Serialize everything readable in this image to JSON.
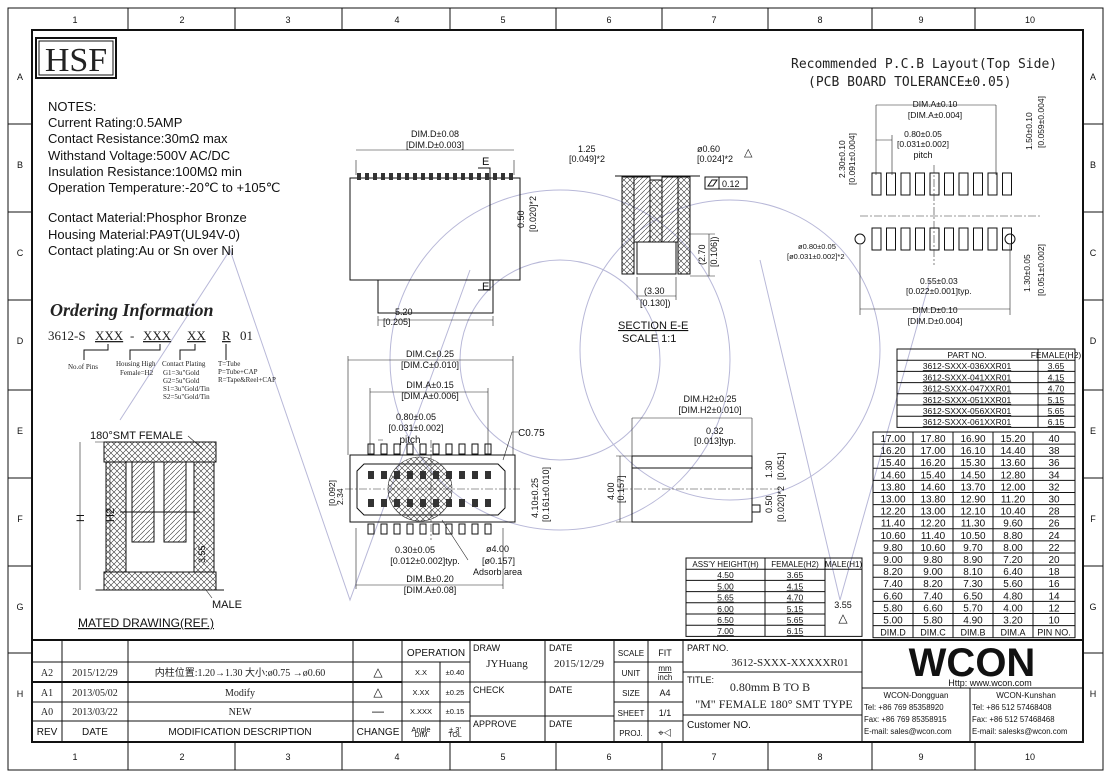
{
  "logo": "HSF",
  "grid": {
    "columns": [
      "1",
      "2",
      "3",
      "4",
      "5",
      "6",
      "7",
      "8",
      "9",
      "10"
    ],
    "rows": [
      "A",
      "B",
      "C",
      "D",
      "E",
      "F",
      "G",
      "H"
    ]
  },
  "notes": {
    "heading": "NOTES:",
    "lines": [
      "Current Rating:0.5AMP",
      "Contact Resistance:30mΩ max",
      "Withstand Voltage:500V AC/DC",
      "Insulation Resistance:100MΩ min",
      "Operation Temperature:-20℃ to +105℃",
      "Contact Material:Phosphor Bronze",
      "Housing Material:PA9T(UL94V-0)",
      "Contact plating:Au or Sn over Ni"
    ]
  },
  "ordering": {
    "title": "Ordering Information",
    "prefix": "3612-S",
    "seg1": "XXX",
    "dash": "-",
    "seg2": "XXX",
    "seg3": "XX",
    "seg4": "R",
    "suffix": "01",
    "pins_label": "No.of Pins",
    "housing_label": "Housing High",
    "housing_sub": "Female=H2",
    "plating_label": "Contact Plating",
    "plating_options": [
      "G1=3u\"Gold",
      "G2=5u\"Gold",
      "S1=3u\"Gold/Tin",
      "S2=5u\"Gold/Tin"
    ],
    "packing_options": [
      "T=Tube",
      "P=Tube+CAP",
      "R=Tape&Reel+CAP"
    ]
  },
  "pcb": {
    "title": "Recommended P.C.B Layout(Top Side)",
    "subtitle": "(PCB BOARD TOLERANCE±0.05)",
    "dim_a": "DIM.A±0.10",
    "dim_a_in": "[DIM.A±0.004]",
    "pitch": "0.80±0.05",
    "pitch_in": "[0.031±0.002]",
    "pitch_word": "pitch",
    "h1": "2.30±0.10",
    "h1_in": "[0.091±0.004]",
    "h2": "1.50±0.10",
    "h2_in": "[0.059±0.004]",
    "hole": "ø0.80±0.05",
    "hole_in": "[ø0.031±0.002]*2",
    "pad": "0.55±0.03",
    "pad_in": "[0.022±0.001]typ.",
    "h3": "1.30±0.05",
    "h3_in": "[0.051±0.002]",
    "dim_d": "DIM.D±0.10",
    "dim_d_in": "[DIM.D±0.004]"
  },
  "side_view": {
    "dim_d": "DIM.D±0.08",
    "dim_d_in": "[DIM.D±0.003]",
    "e_label": "E",
    "h": "0.50",
    "h_in": "[0.020]*2",
    "w": "5.20",
    "w_in": "[0.205]"
  },
  "section": {
    "w1": "1.25",
    "w1_in": "[0.049]*2",
    "d1": "ø0.60",
    "d1_in": "[0.024]*2",
    "flat": "0.12",
    "h": "(2.70",
    "h_in": "[0.106])",
    "w2": "(3.30",
    "w2_in": "[0.130])",
    "title": "SECTION E-E",
    "scale": "SCALE 1:1"
  },
  "top_view": {
    "dim_c": "DIM.C±0.25",
    "dim_c_in": "[DIM.C±0.010]",
    "dim_a": "DIM.A±0.15",
    "dim_a_in": "[DIM.A±0.006]",
    "pitch": "0.80±0.05",
    "pitch_in": "[0.031±0.002]",
    "pitch_word": "pitch",
    "chamfer": "C0.75",
    "h1": "2.34",
    "h1_in": "[0.092]",
    "h2": "4.10±0.25",
    "h2_in": "[0.161±0.010]",
    "pin_w": "0.30±0.05",
    "pin_w_in": "[0.012±0.002]typ.",
    "adsorb": "ø4.00",
    "adsorb_in": "[ø0.157]",
    "adsorb_label": "Adsorb  area",
    "dim_b": "DIM.B±0.20",
    "dim_b_in": "[DIM.A±0.08]"
  },
  "front_view": {
    "h2": "DIM.H2±0.25",
    "h2_in": "[DIM.H2±0.010]",
    "t": "0.32",
    "t_in": "[0.013]typ.",
    "h": "4.00",
    "h_in": "[0.157]",
    "p": "1.30",
    "p_in": "[0.051]",
    "q": "0.50",
    "q_in": "[0.020]*2"
  },
  "mated": {
    "female_label": "180°SMT FEMALE",
    "male_label": "MALE",
    "h": "H",
    "h2": "H2",
    "h1": "3.55",
    "caption": "MATED DRAWING(REF.)"
  },
  "part_table": {
    "headers": [
      "PART NO.",
      "FEMALE(H2)"
    ],
    "rows": [
      [
        "3612-SXXX-036XXR01",
        "3.65"
      ],
      [
        "3612-SXXX-041XXR01",
        "4.15"
      ],
      [
        "3612-SXXX-047XXR01",
        "4.70"
      ],
      [
        "3612-SXXX-051XXR01",
        "5.15"
      ],
      [
        "3612-SXXX-056XXR01",
        "5.65"
      ],
      [
        "3612-SXXX-061XXR01",
        "6.15"
      ]
    ]
  },
  "dim_table": {
    "headers": [
      "DIM.D",
      "DIM.C",
      "DIM.B",
      "DIM.A",
      "PIN  NO."
    ],
    "rows": [
      [
        "17.00",
        "17.80",
        "16.90",
        "15.20",
        "40"
      ],
      [
        "16.20",
        "17.00",
        "16.10",
        "14.40",
        "38"
      ],
      [
        "15.40",
        "16.20",
        "15.30",
        "13.60",
        "36"
      ],
      [
        "14.60",
        "15.40",
        "14.50",
        "12.80",
        "34"
      ],
      [
        "13.80",
        "14.60",
        "13.70",
        "12.00",
        "32"
      ],
      [
        "13.00",
        "13.80",
        "12.90",
        "11.20",
        "30"
      ],
      [
        "12.20",
        "13.00",
        "12.10",
        "10.40",
        "28"
      ],
      [
        "11.40",
        "12.20",
        "11.30",
        "9.60",
        "26"
      ],
      [
        "10.60",
        "11.40",
        "10.50",
        "8.80",
        "24"
      ],
      [
        "9.80",
        "10.60",
        "9.70",
        "8.00",
        "22"
      ],
      [
        "9.00",
        "9.80",
        "8.90",
        "7.20",
        "20"
      ],
      [
        "8.20",
        "9.00",
        "8.10",
        "6.40",
        "18"
      ],
      [
        "7.40",
        "8.20",
        "7.30",
        "5.60",
        "16"
      ],
      [
        "6.60",
        "7.40",
        "6.50",
        "4.80",
        "14"
      ],
      [
        "5.80",
        "6.60",
        "5.70",
        "4.00",
        "12"
      ],
      [
        "5.00",
        "5.80",
        "4.90",
        "3.20",
        "10"
      ]
    ]
  },
  "assy_table": {
    "headers": [
      "ASS'Y HEIGHT(H)",
      "FEMALE(H2)",
      "MALE(H1)"
    ],
    "rows": [
      [
        "4.50",
        "3.65"
      ],
      [
        "5.00",
        "4.15"
      ],
      [
        "5.65",
        "4.70"
      ],
      [
        "6.00",
        "5.15"
      ],
      [
        "6.50",
        "5.65"
      ],
      [
        "7.00",
        "6.15"
      ]
    ],
    "male_value": "3.55"
  },
  "revisions": {
    "rows": [
      {
        "rev": "A2",
        "date": "2015/12/29",
        "desc": "内柱位置:1.20→1.30  大小:ø0.75 →ø0.60",
        "change": "△"
      },
      {
        "rev": "A1",
        "date": "2013/05/02",
        "desc": "Modify",
        "change": "△"
      },
      {
        "rev": "A0",
        "date": "2013/03/22",
        "desc": "NEW",
        "change": "—"
      }
    ],
    "headers": {
      "rev": "REV",
      "date": "DATE",
      "desc": "MODIFICATION  DESCRIPTION",
      "change": "CHANGE"
    }
  },
  "tolerance": {
    "title": "OPERATION",
    "rows": [
      [
        "X.X",
        "±0.40"
      ],
      [
        "X.XX",
        "±0.25"
      ],
      [
        "X.XXX",
        "±0.15"
      ],
      [
        "Angle",
        "± 3'"
      ]
    ],
    "footer": [
      "DIM",
      "TOL"
    ]
  },
  "signoff": {
    "draw": "DRAW",
    "drawer": "JYHuang",
    "date": "DATE",
    "draw_date": "2015/12/29",
    "check": "CHECK",
    "check_date": "DATE",
    "approve": "APPROVE",
    "approve_date": "DATE"
  },
  "sheet_info": {
    "scale_label": "SCALE",
    "scale": "FIT",
    "unit_label": "UNIT",
    "unit_mm": "mm",
    "unit_inch": "inch",
    "size_label": "SIZE",
    "size": "A4",
    "sheet_label": "SHEET",
    "sheet": "1/1",
    "proj_label": "PROJ.",
    "proj": "⌖◁"
  },
  "part_info": {
    "part_label": "PART NO.",
    "part_no": "3612-SXXX-XXXXXR01",
    "title_label": "TITLE:",
    "title_1": "0.80mm B TO B",
    "title_2": "\"M\" FEMALE 180° SMT TYPE",
    "customer_label": "Customer NO."
  },
  "company": {
    "brand": "WCON",
    "url": "Http:  www.wcon.com",
    "dg_name": "WCON-Dongguan",
    "dg_tel": "Tel:  +86  769  85358920",
    "dg_fax": "Fax:  +86  769  85358915",
    "dg_mail": "E-mail:  sales@wcon.com",
    "ks_name": "WCON-Kunshan",
    "ks_tel": "Tel:  +86  512  57468408",
    "ks_fax": "Fax:  +86  512  57468468",
    "ks_mail": "E-mail:  salesks@wcon.com"
  },
  "colors": {
    "line": "#111111",
    "watermark": "#b8b8d8",
    "logo": "#222222"
  }
}
